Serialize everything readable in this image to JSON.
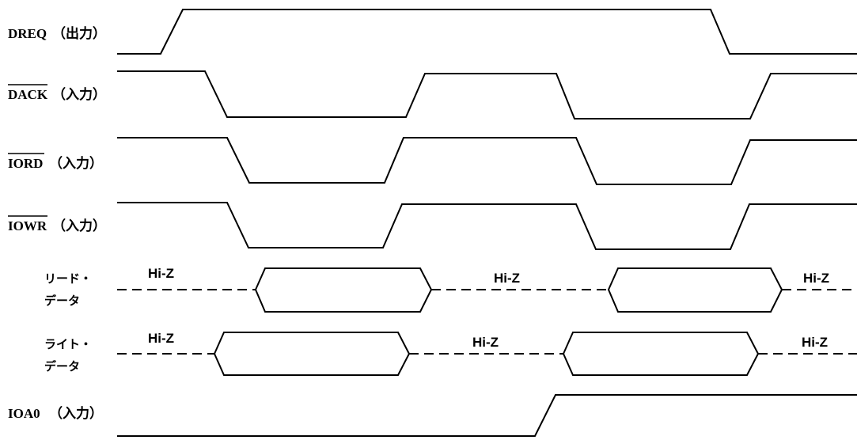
{
  "signals": {
    "dreq": {
      "name": "DREQ",
      "dir": "（出力）"
    },
    "dack": {
      "name": "DACK",
      "dir": "（入力）"
    },
    "iord": {
      "name": "IORD",
      "dir": "（入力）"
    },
    "iowr": {
      "name": "IOWR",
      "dir": "（入力）"
    },
    "read_data": {
      "line1": "リード・",
      "line2": "データ"
    },
    "write_data": {
      "line1": "ライト・",
      "line2": "データ"
    },
    "ioa0": {
      "name": "IOA0",
      "dir": "（入力）"
    }
  },
  "hiz_label": "Hi-Z"
}
